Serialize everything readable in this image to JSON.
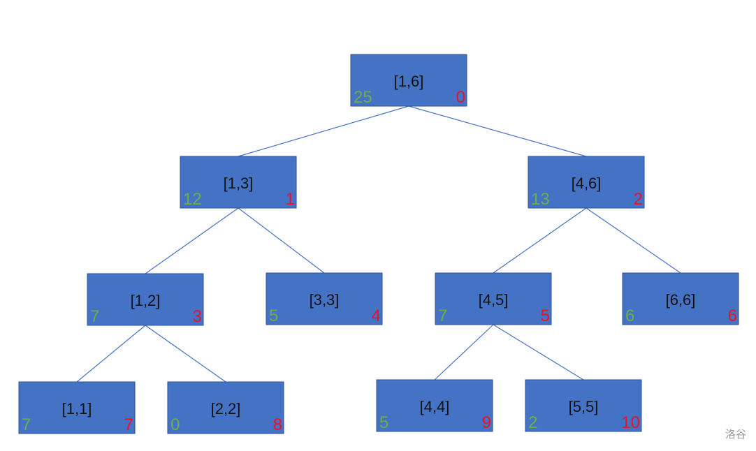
{
  "nodes": [
    {
      "id": "n1",
      "label": "[1,6]",
      "sum": "25",
      "index": "0"
    },
    {
      "id": "n2",
      "label": "[1,3]",
      "sum": "12",
      "index": "1"
    },
    {
      "id": "n3",
      "label": "[4,6]",
      "sum": "13",
      "index": "2"
    },
    {
      "id": "n4",
      "label": "[1,2]",
      "sum": "7",
      "index": "3"
    },
    {
      "id": "n5",
      "label": "[3,3]",
      "sum": "5",
      "index": "4"
    },
    {
      "id": "n6",
      "label": "[4,5]",
      "sum": "7",
      "index": "5"
    },
    {
      "id": "n7",
      "label": "[6,6]",
      "sum": "6",
      "index": "6"
    },
    {
      "id": "n8",
      "label": "[1,1]",
      "sum": "7",
      "index": "7"
    },
    {
      "id": "n9",
      "label": "[2,2]",
      "sum": "0",
      "index": "8"
    },
    {
      "id": "n10",
      "label": "[4,4]",
      "sum": "5",
      "index": "9"
    },
    {
      "id": "n11",
      "label": "[5,5]",
      "sum": "2",
      "index": "10"
    }
  ],
  "edges": [
    [
      "n1",
      "n2"
    ],
    [
      "n1",
      "n3"
    ],
    [
      "n2",
      "n4"
    ],
    [
      "n2",
      "n5"
    ],
    [
      "n3",
      "n6"
    ],
    [
      "n3",
      "n7"
    ],
    [
      "n4",
      "n8"
    ],
    [
      "n4",
      "n9"
    ],
    [
      "n6",
      "n10"
    ],
    [
      "n6",
      "n11"
    ]
  ],
  "colors": {
    "node_fill": "#4472c4",
    "node_stroke": "#2f528f",
    "edge": "#4472c4",
    "sum_text": "#70ad47",
    "index_text": "#e8132a",
    "label_text": "#111111"
  },
  "watermark": "洛谷"
}
